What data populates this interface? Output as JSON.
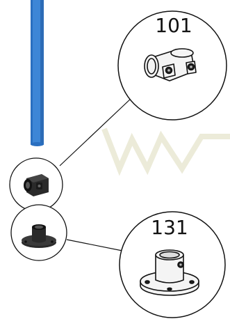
{
  "callouts": [
    {
      "label": "101"
    },
    {
      "label": "131"
    }
  ],
  "colors": {
    "pipe": "#3d86d6",
    "pipe_edge": "#1f5fa8",
    "outline": "#111111",
    "fitting_dark": "#2a2a2a",
    "fitting_light": "#f4f4f4",
    "watermark": "#ecebd9"
  },
  "icons": {
    "pipe": "blue-pipe",
    "part_101": "side-outlet-tee-fitting",
    "part_131": "flange-base-fitting"
  }
}
